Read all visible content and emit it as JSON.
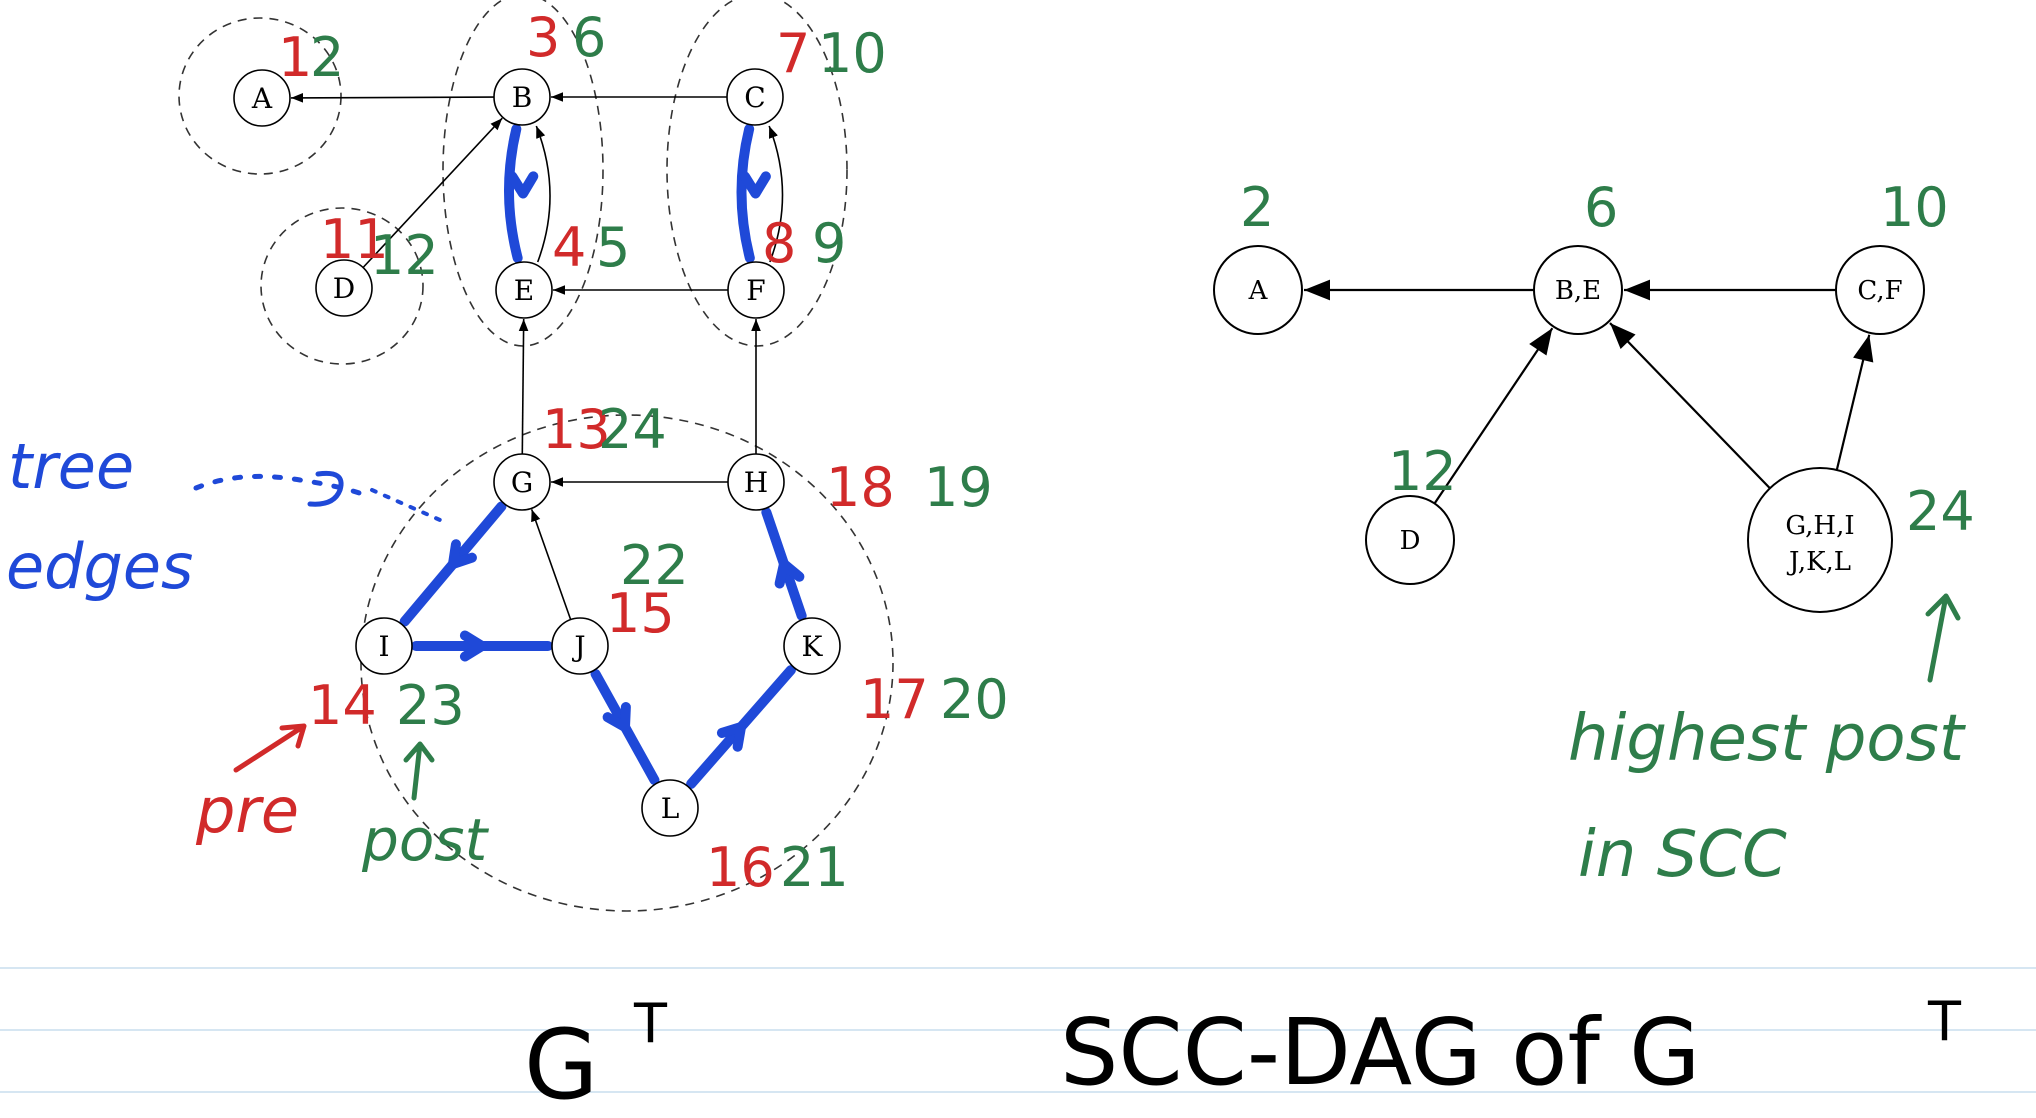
{
  "gt_graph": {
    "nodes": [
      {
        "id": "A",
        "label": "A",
        "pre": "1",
        "post": "2"
      },
      {
        "id": "B",
        "label": "B",
        "pre": "3",
        "post": "6"
      },
      {
        "id": "C",
        "label": "C",
        "pre": "7",
        "post": "10"
      },
      {
        "id": "D",
        "label": "D",
        "pre": "11",
        "post": "12"
      },
      {
        "id": "E",
        "label": "E",
        "pre": "4",
        "post": "5"
      },
      {
        "id": "F",
        "label": "F",
        "pre": "8",
        "post": "9"
      },
      {
        "id": "G",
        "label": "G",
        "pre": "13",
        "post": "24"
      },
      {
        "id": "H",
        "label": "H",
        "pre": "18",
        "post": "19"
      },
      {
        "id": "I",
        "label": "I",
        "pre": "14",
        "post": "23"
      },
      {
        "id": "J",
        "label": "J",
        "pre": "15",
        "post": "22"
      },
      {
        "id": "K",
        "label": "K",
        "pre": "17",
        "post": "20"
      },
      {
        "id": "L",
        "label": "L",
        "pre": "16",
        "post": "21"
      }
    ],
    "edges": [
      {
        "from": "B",
        "to": "A",
        "tree": false
      },
      {
        "from": "C",
        "to": "B",
        "tree": false
      },
      {
        "from": "D",
        "to": "B",
        "tree": false
      },
      {
        "from": "E",
        "to": "B",
        "tree": false
      },
      {
        "from": "B",
        "to": "E",
        "tree": true
      },
      {
        "from": "F",
        "to": "C",
        "tree": false
      },
      {
        "from": "C",
        "to": "F",
        "tree": true
      },
      {
        "from": "F",
        "to": "E",
        "tree": false
      },
      {
        "from": "G",
        "to": "E",
        "tree": false
      },
      {
        "from": "H",
        "to": "F",
        "tree": false
      },
      {
        "from": "H",
        "to": "G",
        "tree": false
      },
      {
        "from": "J",
        "to": "G",
        "tree": false
      },
      {
        "from": "G",
        "to": "I",
        "tree": true
      },
      {
        "from": "I",
        "to": "J",
        "tree": true
      },
      {
        "from": "J",
        "to": "L",
        "tree": true
      },
      {
        "from": "L",
        "to": "K",
        "tree": true
      },
      {
        "from": "K",
        "to": "H",
        "tree": true
      }
    ],
    "annotations": {
      "tree_line1": "tree",
      "tree_line2": "edges",
      "pre_label": "pre",
      "post_label": "post"
    },
    "caption": "G",
    "caption_sup": "T"
  },
  "scc_dag": {
    "nodes": [
      {
        "id": "A",
        "label": "A",
        "post": "2"
      },
      {
        "id": "BE",
        "label": "B,E",
        "post": "6"
      },
      {
        "id": "CF",
        "label": "C,F",
        "post": "10"
      },
      {
        "id": "D",
        "label": "D",
        "post": "12"
      },
      {
        "id": "GHIJKL",
        "label_line1": "G,H,I",
        "label_line2": "J,K,L",
        "post": "24"
      }
    ],
    "edges": [
      {
        "from": "BE",
        "to": "A"
      },
      {
        "from": "CF",
        "to": "BE"
      },
      {
        "from": "D",
        "to": "BE"
      },
      {
        "from": "GHIJKL",
        "to": "BE"
      },
      {
        "from": "GHIJKL",
        "to": "CF"
      }
    ],
    "note_line1": "highest post",
    "note_line2": "in SCC",
    "caption": "SCC-DAG of G",
    "caption_sup": "T"
  },
  "colors": {
    "pre": "#d12a2a",
    "post": "#2e7d4a",
    "tree_edge": "#1f49d8",
    "ruling": "#cfe3f0"
  }
}
